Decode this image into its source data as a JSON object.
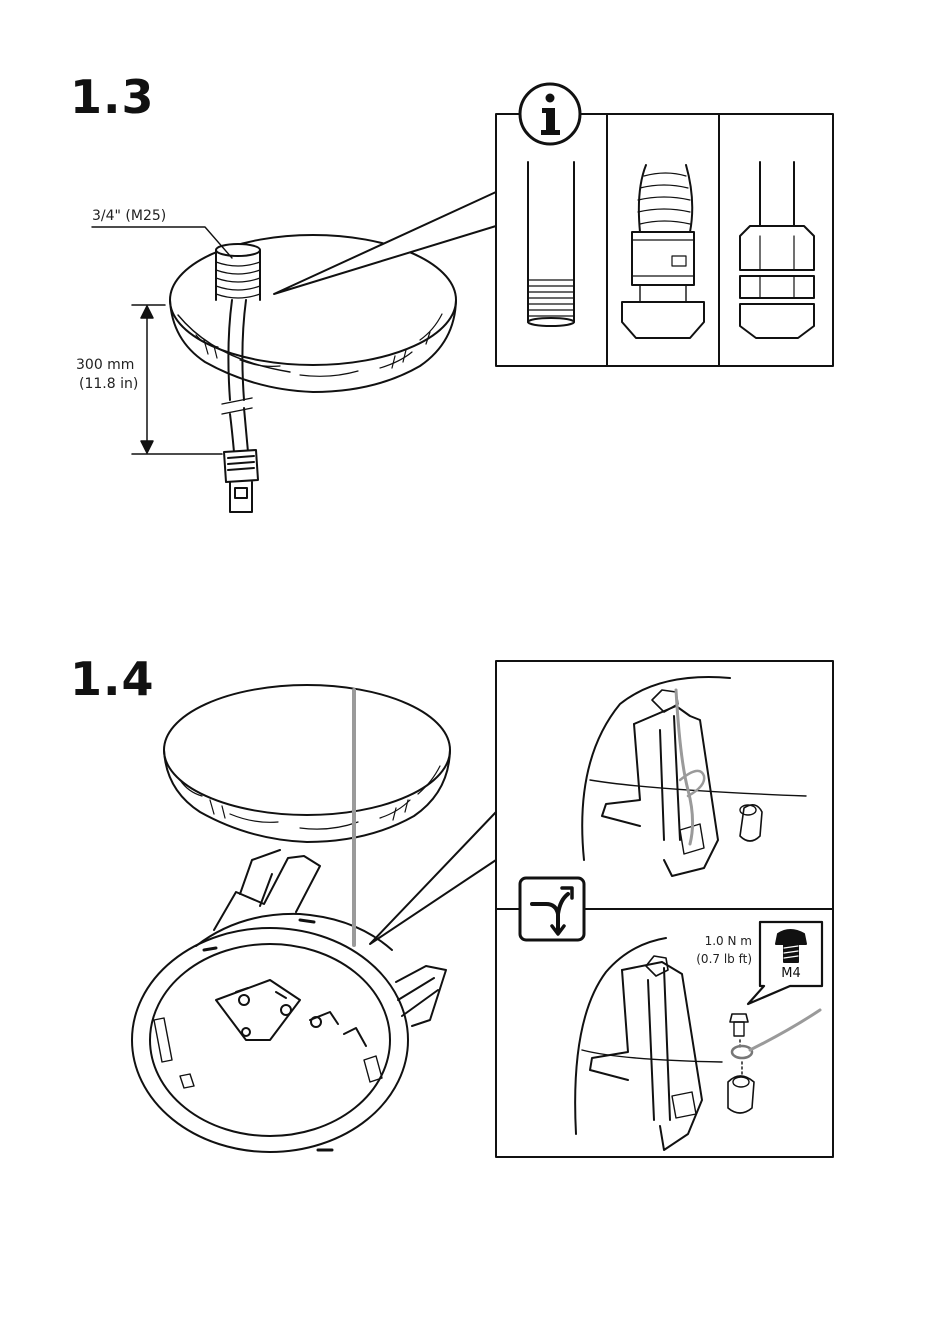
{
  "step_1_3": {
    "number": "1.3",
    "conduit_label": "3/4\" (M25)",
    "length_line1": "300 mm",
    "length_line2": "(11.8 in)",
    "info_icon": "info-icon",
    "detail_panels": [
      "threaded-pipe",
      "flexible-conduit-fitting",
      "cable-gland"
    ]
  },
  "step_1_4": {
    "number": "1.4",
    "torque_line1": "1.0 N m",
    "torque_line2": "(0.7 lb ft)",
    "screw_size": "M4",
    "alternative_icon": "alternative-branch-icon"
  },
  "colors": {
    "ink": "#111111",
    "safety_wire": "#9a9a9a"
  }
}
